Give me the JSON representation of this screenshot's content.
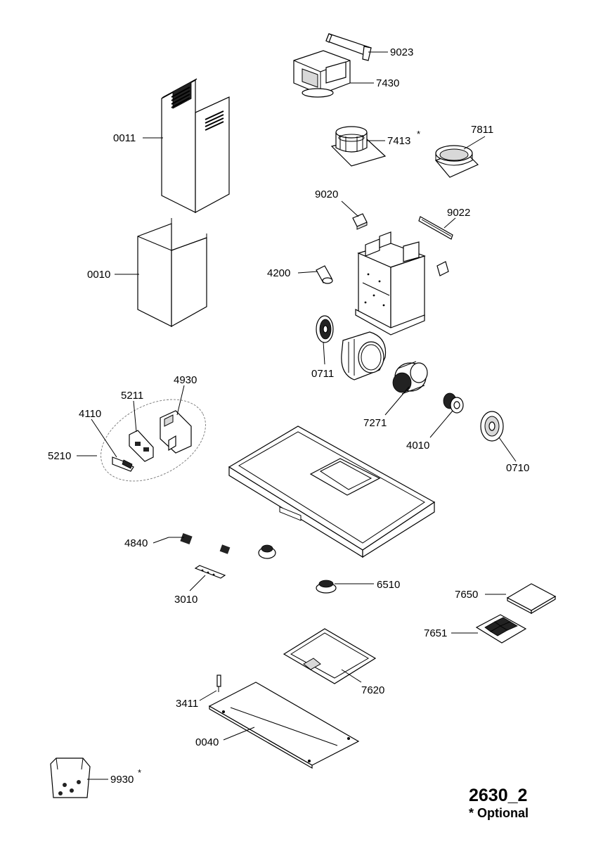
{
  "diagram_code": "2630_2",
  "optional_note": "* Optional",
  "optional_marker": "*",
  "parts": [
    {
      "id": "9023",
      "optional": false
    },
    {
      "id": "7430",
      "optional": false
    },
    {
      "id": "7413",
      "optional": true
    },
    {
      "id": "7811",
      "optional": false
    },
    {
      "id": "0011",
      "optional": false
    },
    {
      "id": "9020",
      "optional": false
    },
    {
      "id": "9022",
      "optional": false
    },
    {
      "id": "0010",
      "optional": false
    },
    {
      "id": "4200",
      "optional": false
    },
    {
      "id": "0711",
      "optional": false
    },
    {
      "id": "4930",
      "optional": false
    },
    {
      "id": "5211",
      "optional": false
    },
    {
      "id": "4110",
      "optional": false
    },
    {
      "id": "5210",
      "optional": false
    },
    {
      "id": "7271",
      "optional": false
    },
    {
      "id": "4010",
      "optional": false
    },
    {
      "id": "0710",
      "optional": false
    },
    {
      "id": "4840",
      "optional": false
    },
    {
      "id": "3010",
      "optional": false
    },
    {
      "id": "6510",
      "optional": false
    },
    {
      "id": "7650",
      "optional": false
    },
    {
      "id": "7651",
      "optional": false
    },
    {
      "id": "7620",
      "optional": false
    },
    {
      "id": "3411",
      "optional": false
    },
    {
      "id": "0040",
      "optional": false
    },
    {
      "id": "9930",
      "optional": true
    }
  ]
}
